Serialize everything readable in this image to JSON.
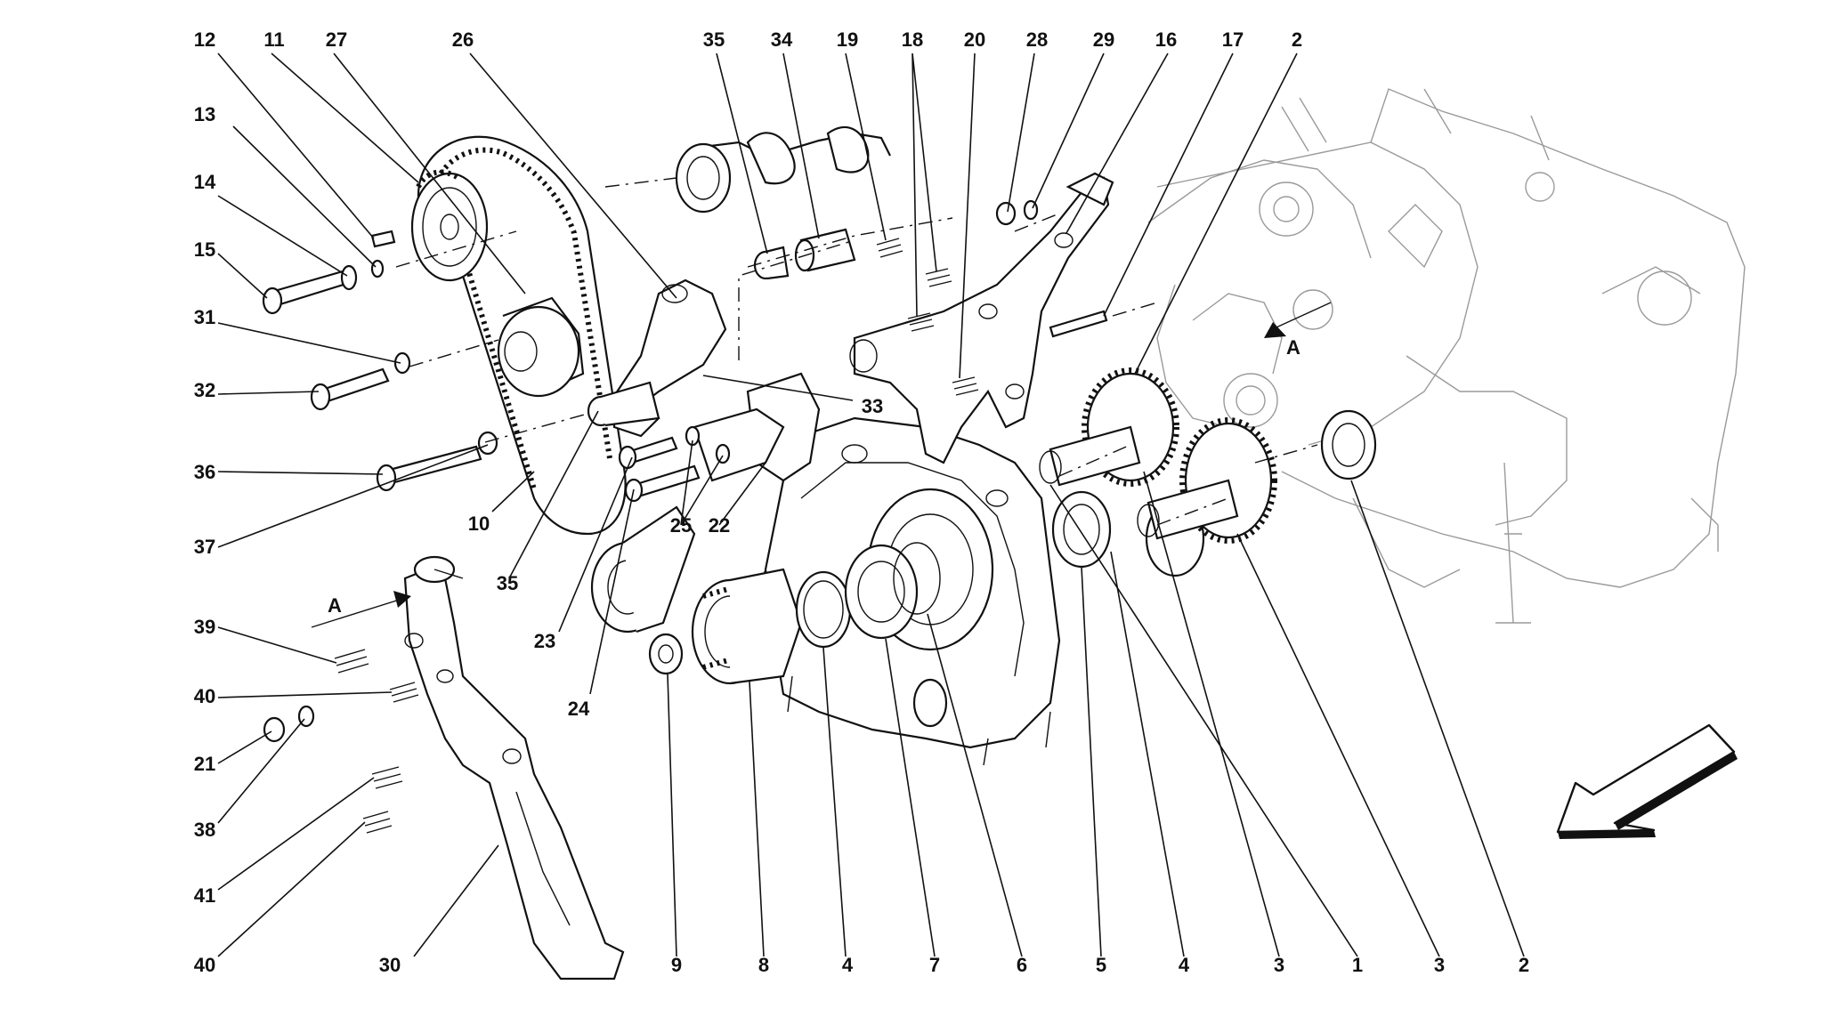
{
  "diagram": {
    "title": "",
    "section_marker": "A",
    "callouts": [
      {
        "id": "c12",
        "label": "12"
      },
      {
        "id": "c11",
        "label": "11"
      },
      {
        "id": "c27",
        "label": "27"
      },
      {
        "id": "c26",
        "label": "26"
      },
      {
        "id": "c35a",
        "label": "35"
      },
      {
        "id": "c34",
        "label": "34"
      },
      {
        "id": "c19",
        "label": "19"
      },
      {
        "id": "c18",
        "label": "18"
      },
      {
        "id": "c20",
        "label": "20"
      },
      {
        "id": "c28",
        "label": "28"
      },
      {
        "id": "c29",
        "label": "29"
      },
      {
        "id": "c16",
        "label": "16"
      },
      {
        "id": "c17",
        "label": "17"
      },
      {
        "id": "c2a",
        "label": "2"
      },
      {
        "id": "c13",
        "label": "13"
      },
      {
        "id": "c14",
        "label": "14"
      },
      {
        "id": "c15",
        "label": "15"
      },
      {
        "id": "c31",
        "label": "31"
      },
      {
        "id": "c32",
        "label": "32"
      },
      {
        "id": "c33",
        "label": "33"
      },
      {
        "id": "c36",
        "label": "36"
      },
      {
        "id": "c37",
        "label": "37"
      },
      {
        "id": "c10",
        "label": "10"
      },
      {
        "id": "c25",
        "label": "25"
      },
      {
        "id": "c22",
        "label": "22"
      },
      {
        "id": "c35b",
        "label": "35"
      },
      {
        "id": "c23",
        "label": "23"
      },
      {
        "id": "c24",
        "label": "24"
      },
      {
        "id": "c39",
        "label": "39"
      },
      {
        "id": "c40a",
        "label": "40"
      },
      {
        "id": "c21",
        "label": "21"
      },
      {
        "id": "c38",
        "label": "38"
      },
      {
        "id": "c41",
        "label": "41"
      },
      {
        "id": "c40b",
        "label": "40"
      },
      {
        "id": "c30",
        "label": "30"
      },
      {
        "id": "c9",
        "label": "9"
      },
      {
        "id": "c8",
        "label": "8"
      },
      {
        "id": "c4a",
        "label": "4"
      },
      {
        "id": "c7",
        "label": "7"
      },
      {
        "id": "c6",
        "label": "6"
      },
      {
        "id": "c5",
        "label": "5"
      },
      {
        "id": "c4b",
        "label": "4"
      },
      {
        "id": "c3a",
        "label": "3"
      },
      {
        "id": "c1",
        "label": "1"
      },
      {
        "id": "c3b",
        "label": "3"
      },
      {
        "id": "c2b",
        "label": "2"
      }
    ]
  }
}
